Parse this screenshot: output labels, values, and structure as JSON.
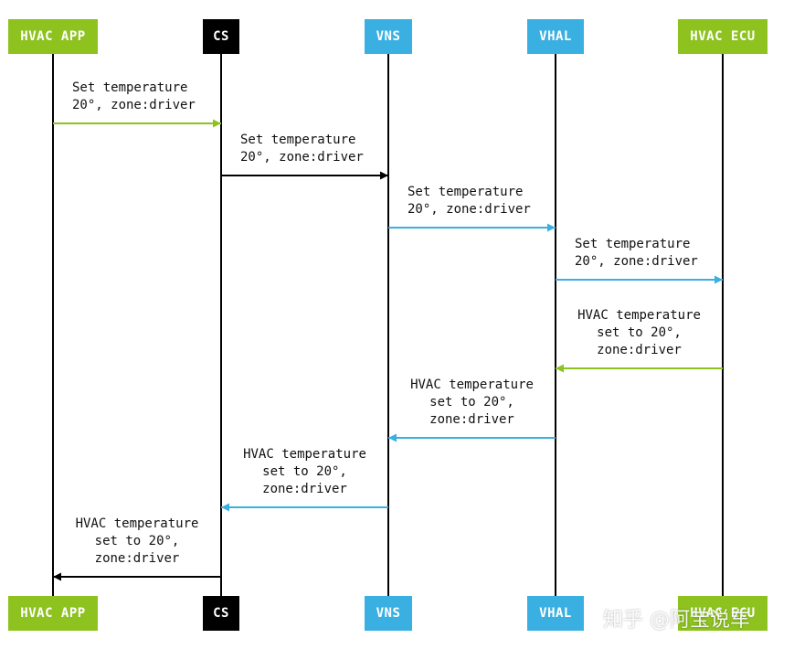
{
  "colors": {
    "green": "#8dc21f",
    "black": "#000000",
    "blue": "#3ab0e2"
  },
  "lifelines": [
    {
      "label": "HVAC APP",
      "color": "#8dc21f"
    },
    {
      "label": "CS",
      "color": "#000000"
    },
    {
      "label": "VNS",
      "color": "#3ab0e2"
    },
    {
      "label": "VHAL",
      "color": "#3ab0e2"
    },
    {
      "label": "HVAC ECU",
      "color": "#8dc21f"
    }
  ],
  "messages": [
    {
      "from": 0,
      "to": 1,
      "color": "#8dc21f",
      "lines": [
        "Set temperature",
        "20°, zone:driver"
      ]
    },
    {
      "from": 1,
      "to": 2,
      "color": "#000000",
      "lines": [
        "Set temperature",
        "20°, zone:driver"
      ]
    },
    {
      "from": 2,
      "to": 3,
      "color": "#3ab0e2",
      "lines": [
        "Set temperature",
        "20°, zone:driver"
      ]
    },
    {
      "from": 3,
      "to": 4,
      "color": "#3ab0e2",
      "lines": [
        "Set temperature",
        "20°, zone:driver"
      ]
    },
    {
      "from": 4,
      "to": 3,
      "color": "#8dc21f",
      "lines": [
        "HVAC temperature",
        "set to 20°,",
        "zone:driver"
      ]
    },
    {
      "from": 3,
      "to": 2,
      "color": "#3ab0e2",
      "lines": [
        "HVAC temperature",
        "set to 20°,",
        "zone:driver"
      ]
    },
    {
      "from": 2,
      "to": 1,
      "color": "#3ab0e2",
      "lines": [
        "HVAC temperature",
        "set to 20°,",
        "zone:driver"
      ]
    },
    {
      "from": 1,
      "to": 0,
      "color": "#000000",
      "lines": [
        "HVAC temperature",
        "set to 20°,",
        "zone:driver"
      ]
    }
  ],
  "watermark": "知乎 @阿宝说车"
}
